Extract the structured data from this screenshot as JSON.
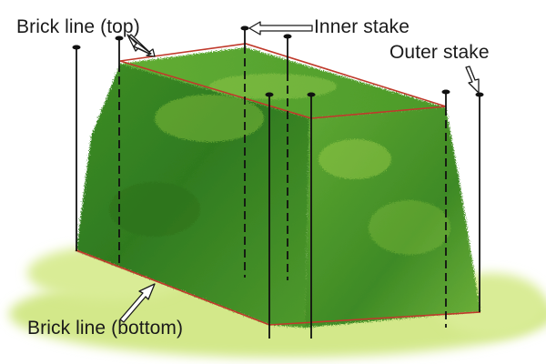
{
  "labels": {
    "brick_line_top": "Brick line (top)",
    "inner_stake": "Inner stake",
    "outer_stake": "Outer stake",
    "brick_line_bottom": "Brick line (bottom)"
  },
  "colors": {
    "hedge_dark": "#2f7a1f",
    "hedge_light": "#8cc63f",
    "grass": "#c9e27a",
    "brick_line": "#c0392b",
    "soil": "#b88f5e",
    "stake": "#111111"
  }
}
